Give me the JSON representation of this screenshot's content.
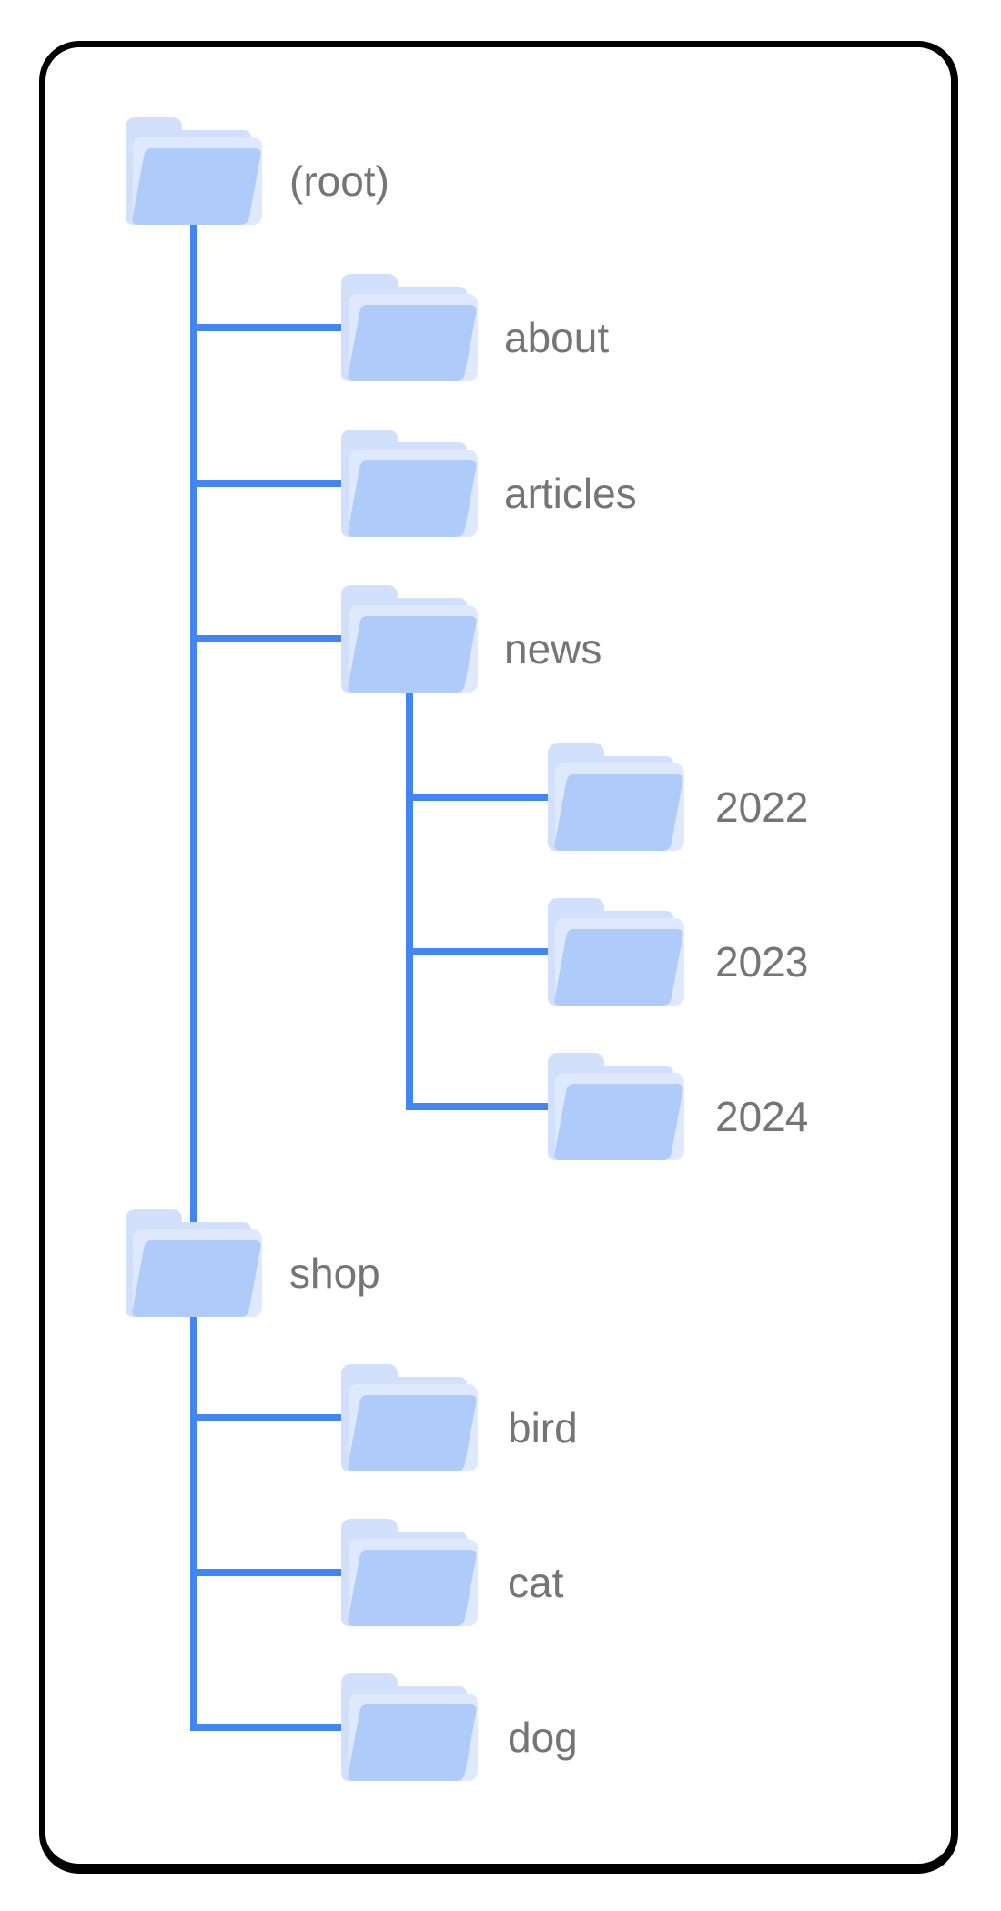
{
  "diagram": {
    "kind": "folder-tree",
    "tree": {
      "label": "(root)",
      "children": [
        {
          "label": "about",
          "children": []
        },
        {
          "label": "articles",
          "children": []
        },
        {
          "label": "news",
          "children": [
            {
              "label": "2022",
              "children": []
            },
            {
              "label": "2023",
              "children": []
            },
            {
              "label": "2024",
              "children": []
            }
          ]
        },
        {
          "label": "shop",
          "children": [
            {
              "label": "bird",
              "children": []
            },
            {
              "label": "cat",
              "children": []
            },
            {
              "label": "dog",
              "children": []
            }
          ]
        }
      ]
    }
  },
  "colors": {
    "line": "#4285F4",
    "folder-front": "#AECBFA",
    "folder-sheet": "#DEE9FD",
    "folder-back": "#D2E0FB",
    "label": "#757575",
    "card-border": "#000000",
    "background": "#FFFFFF"
  }
}
